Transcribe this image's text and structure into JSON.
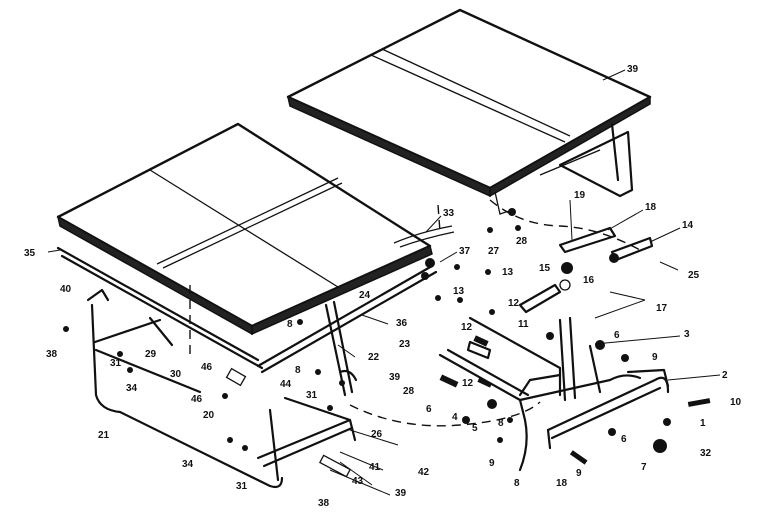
{
  "callouts": [
    {
      "id": "c39a",
      "text": "39"
    },
    {
      "id": "c33",
      "text": "33"
    },
    {
      "id": "c37",
      "text": "37"
    },
    {
      "id": "c35",
      "text": "35"
    },
    {
      "id": "c19",
      "text": "19"
    },
    {
      "id": "c18",
      "text": "18"
    },
    {
      "id": "c14",
      "text": "14"
    },
    {
      "id": "c27",
      "text": "27"
    },
    {
      "id": "c28a",
      "text": "28"
    },
    {
      "id": "c16",
      "text": "16"
    },
    {
      "id": "c15",
      "text": "15"
    },
    {
      "id": "c13a",
      "text": "13"
    },
    {
      "id": "c13b",
      "text": "13"
    },
    {
      "id": "c12a",
      "text": "12"
    },
    {
      "id": "c25",
      "text": "25"
    },
    {
      "id": "c17",
      "text": "17"
    },
    {
      "id": "c40",
      "text": "40"
    },
    {
      "id": "c24",
      "text": "24"
    },
    {
      "id": "c8a",
      "text": "8"
    },
    {
      "id": "c36",
      "text": "36"
    },
    {
      "id": "c23",
      "text": "23"
    },
    {
      "id": "c12b",
      "text": "12"
    },
    {
      "id": "c11",
      "text": "11"
    },
    {
      "id": "c3",
      "text": "3"
    },
    {
      "id": "c38",
      "text": "38"
    },
    {
      "id": "c29",
      "text": "29"
    },
    {
      "id": "c31a",
      "text": "31"
    },
    {
      "id": "c34a",
      "text": "34"
    },
    {
      "id": "c30",
      "text": "30"
    },
    {
      "id": "c22",
      "text": "22"
    },
    {
      "id": "c6a",
      "text": "6"
    },
    {
      "id": "c9a",
      "text": "9"
    },
    {
      "id": "c46a",
      "text": "46"
    },
    {
      "id": "c8b",
      "text": "8"
    },
    {
      "id": "c39b",
      "text": "39"
    },
    {
      "id": "c12c",
      "text": "12"
    },
    {
      "id": "c2",
      "text": "2"
    },
    {
      "id": "c46b",
      "text": "46"
    },
    {
      "id": "c20",
      "text": "20"
    },
    {
      "id": "c10",
      "text": "10"
    },
    {
      "id": "c28b",
      "text": "28"
    },
    {
      "id": "c6b",
      "text": "6"
    },
    {
      "id": "c4",
      "text": "4"
    },
    {
      "id": "c5",
      "text": "5"
    },
    {
      "id": "c8c",
      "text": "8"
    },
    {
      "id": "c44",
      "text": "44"
    },
    {
      "id": "c31b",
      "text": "31"
    },
    {
      "id": "c1",
      "text": "1"
    },
    {
      "id": "c21",
      "text": "21"
    },
    {
      "id": "c26",
      "text": "26"
    },
    {
      "id": "c6c",
      "text": "6"
    },
    {
      "id": "c9b",
      "text": "9"
    },
    {
      "id": "c32",
      "text": "32"
    },
    {
      "id": "c7",
      "text": "7"
    },
    {
      "id": "c41",
      "text": "41"
    },
    {
      "id": "c42",
      "text": "42"
    },
    {
      "id": "c34b",
      "text": "34"
    },
    {
      "id": "c31c",
      "text": "31"
    },
    {
      "id": "c43",
      "text": "43"
    },
    {
      "id": "c8d",
      "text": "8"
    },
    {
      "id": "c9c",
      "text": "9"
    },
    {
      "id": "c38b",
      "text": "38"
    },
    {
      "id": "c39c",
      "text": "39"
    },
    {
      "id": "c18b",
      "text": "18"
    }
  ]
}
